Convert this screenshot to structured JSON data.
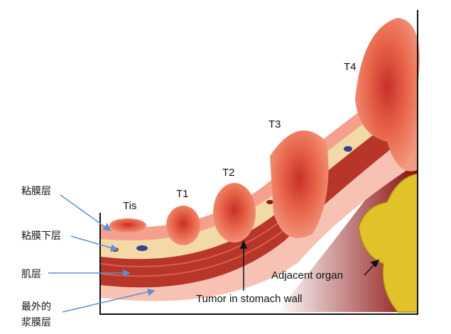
{
  "layers": {
    "mucosa": "粘膜层",
    "submucosa": "粘膜下层",
    "muscularis": "肌层",
    "serosa_line1": "最外的",
    "serosa_line2": "浆膜层"
  },
  "stages": [
    "Tis",
    "T1",
    "T2",
    "T3",
    "T4"
  ],
  "annotations": {
    "adjacent_organ": "Adjacent organ",
    "tumor": "Tumor in stomach wall"
  },
  "colors": {
    "tumor": "#e8644a",
    "muscle": "#b8352a",
    "submucosa": "#f3d9a8",
    "organ": "#e2c22a",
    "arrow": "#5b8fd6"
  }
}
